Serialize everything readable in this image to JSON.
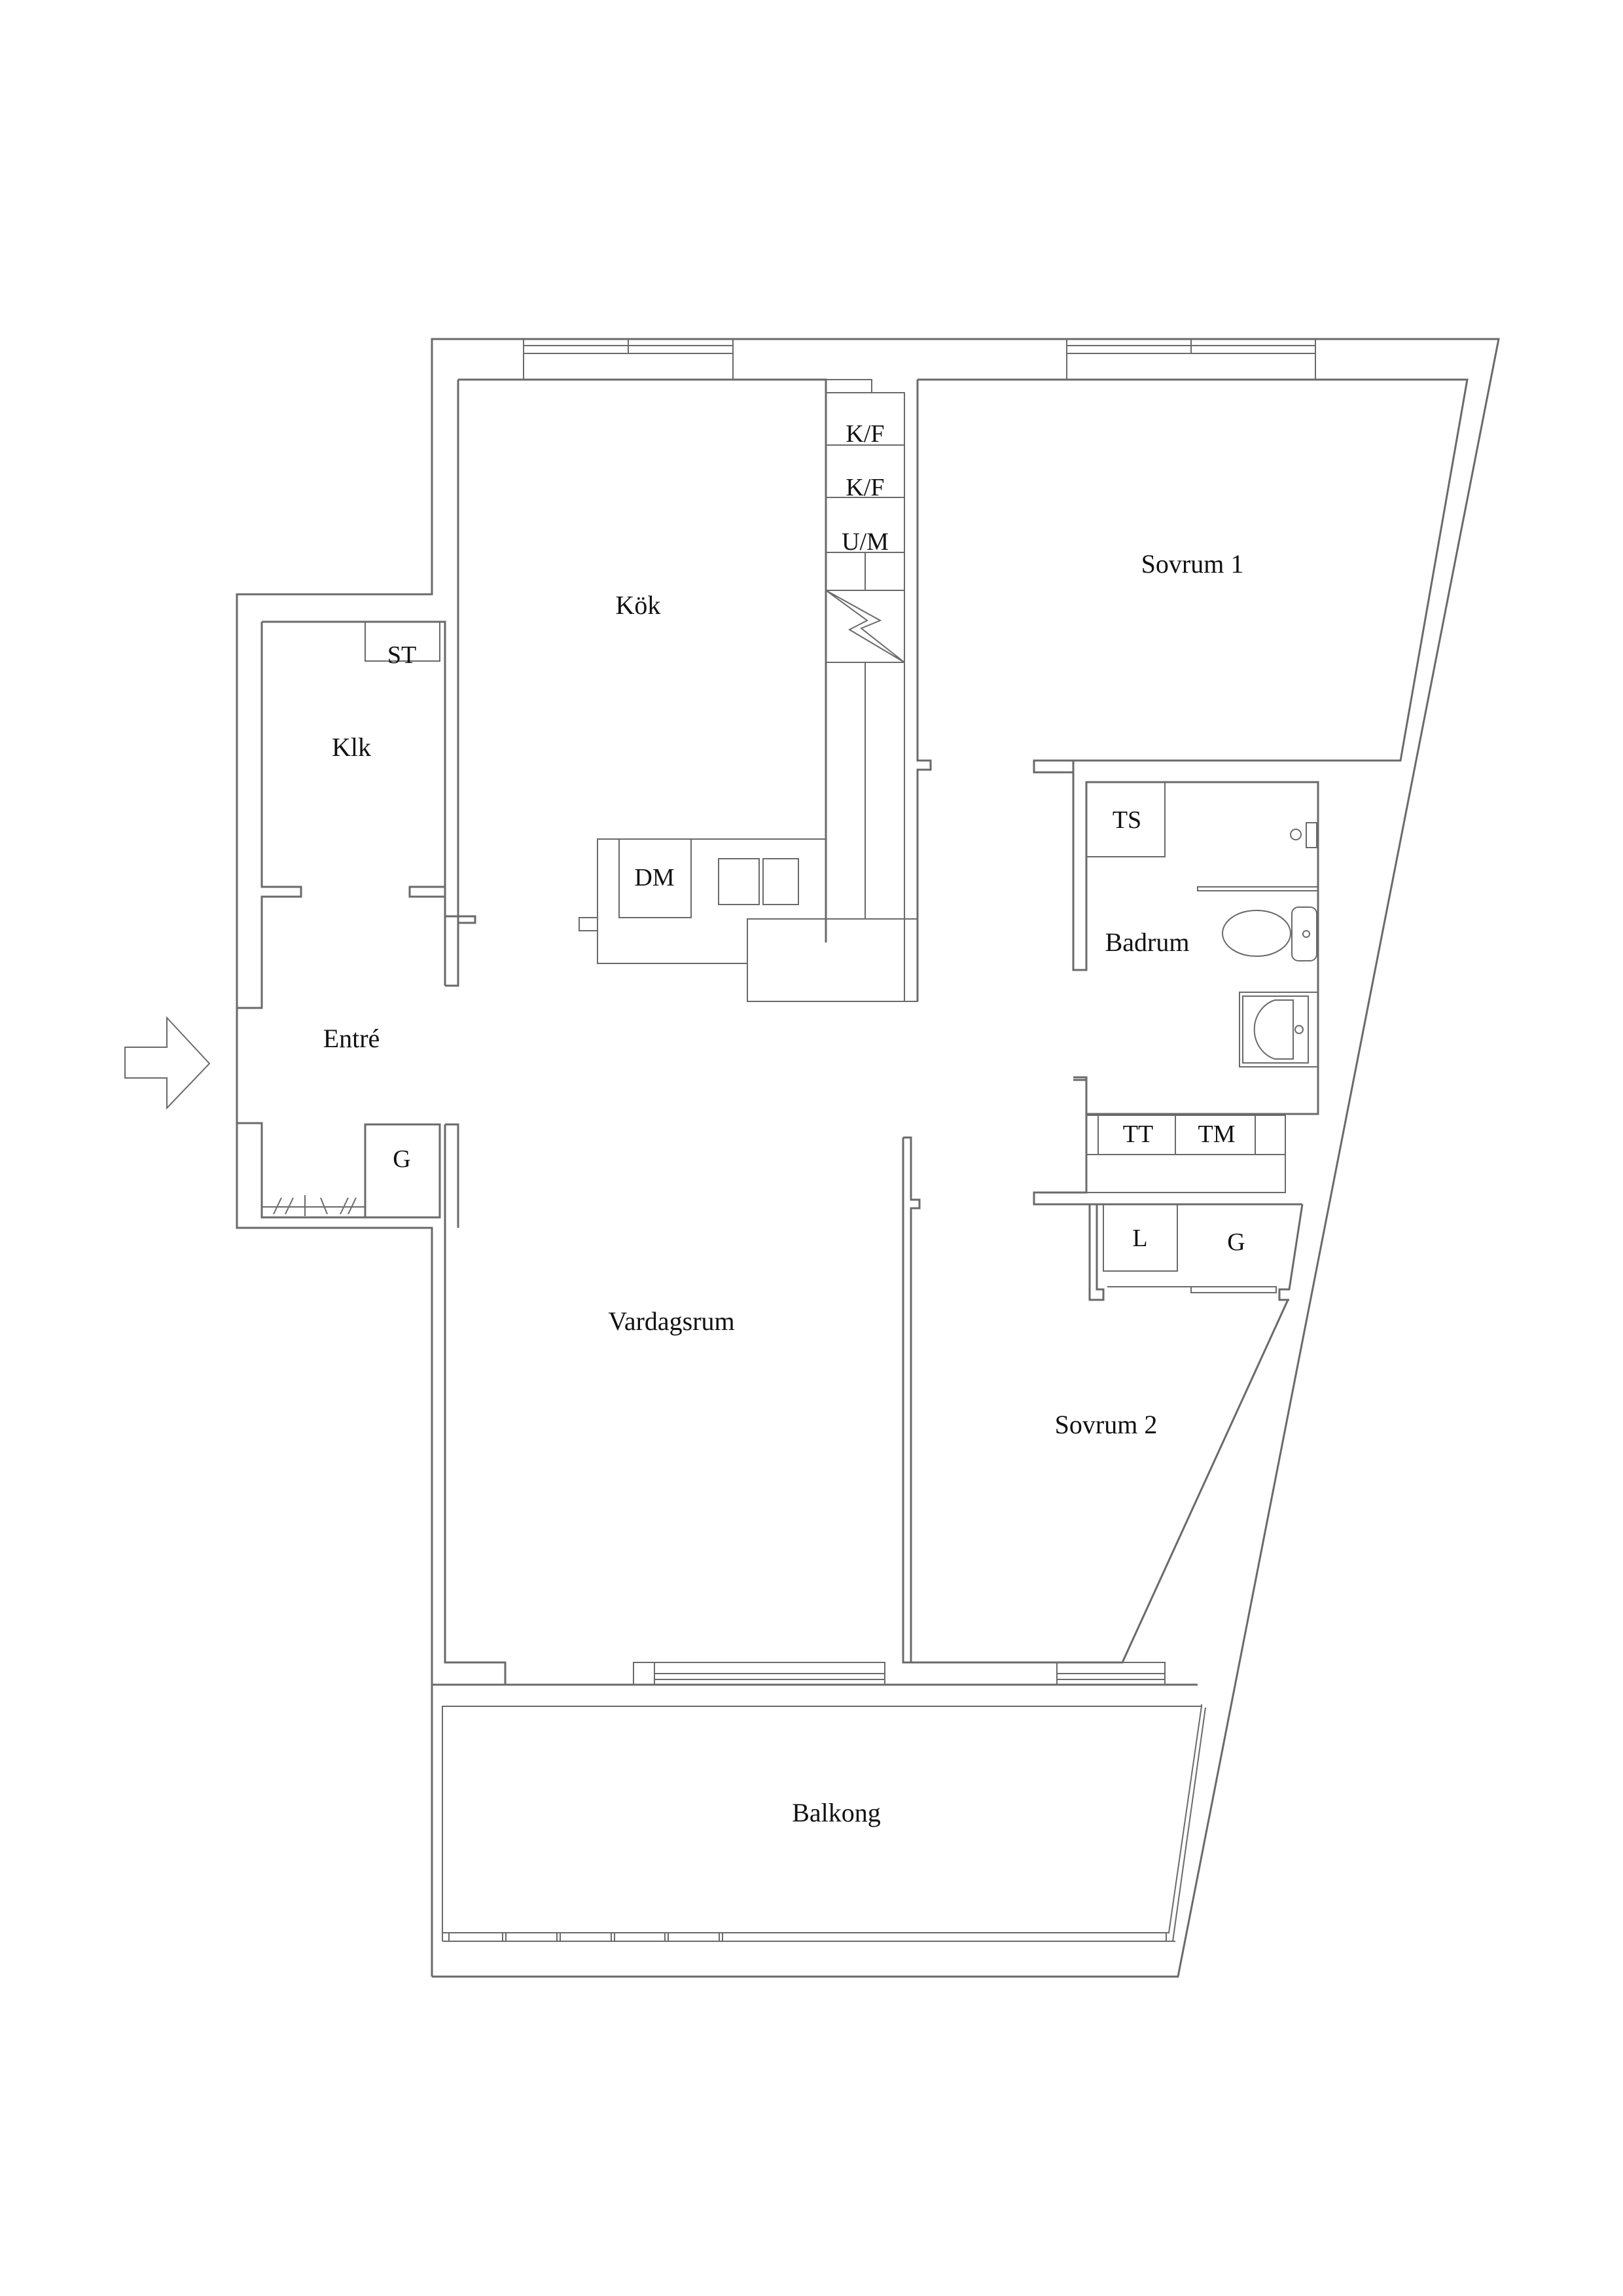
{
  "floorplan": {
    "line_color": "#6a6a6a",
    "text_color": "#111111",
    "background": "#ffffff",
    "entrance_marker": "entrance-arrow-icon",
    "rooms": {
      "kok": "Kök",
      "sovrum1": "Sovrum 1",
      "klk": "Klk",
      "entre": "Entré",
      "badrum": "Badrum",
      "vardagsrum": "Vardagsrum",
      "sovrum2": "Sovrum 2",
      "balkong": "Balkong"
    },
    "fixtures": {
      "kf1": "K/F",
      "kf2": "K/F",
      "um": "U/M",
      "dm": "DM",
      "st": "ST",
      "g_entre": "G",
      "ts": "TS",
      "tt": "TT",
      "tm": "TM",
      "l": "L",
      "g_sovrum2": "G"
    }
  }
}
